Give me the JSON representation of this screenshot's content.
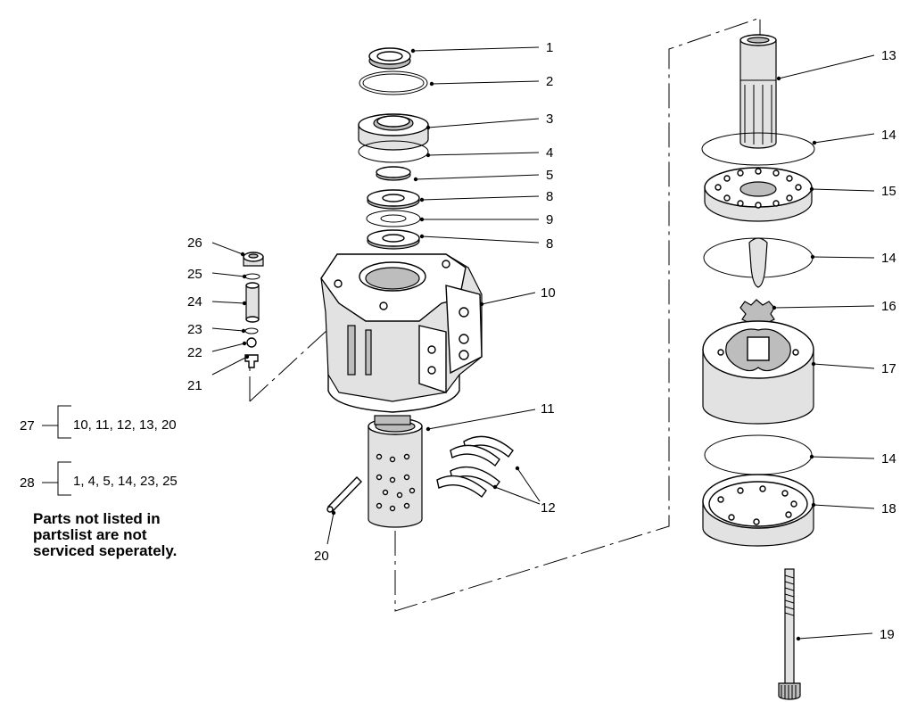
{
  "callouts": {
    "c1": "1",
    "c2": "2",
    "c3": "3",
    "c4": "4",
    "c5": "5",
    "c8a": "8",
    "c9": "9",
    "c8b": "8",
    "c10": "10",
    "c11": "11",
    "c12": "12",
    "c13": "13",
    "c14a": "14",
    "c15": "15",
    "c14b": "14",
    "c16": "16",
    "c17": "17",
    "c14c": "14",
    "c18": "18",
    "c19": "19",
    "c20": "20",
    "c21": "21",
    "c22": "22",
    "c23": "23",
    "c24": "24",
    "c25": "25",
    "c26": "26"
  },
  "kits": [
    {
      "number": "27",
      "contents": "10, 11, 12, 13, 20"
    },
    {
      "number": "28",
      "contents": "1, 4, 5, 14, 23, 25"
    }
  ],
  "note": {
    "line1": "Parts not listed in",
    "line2": "partslist are not",
    "line3": "serviced seperately."
  }
}
